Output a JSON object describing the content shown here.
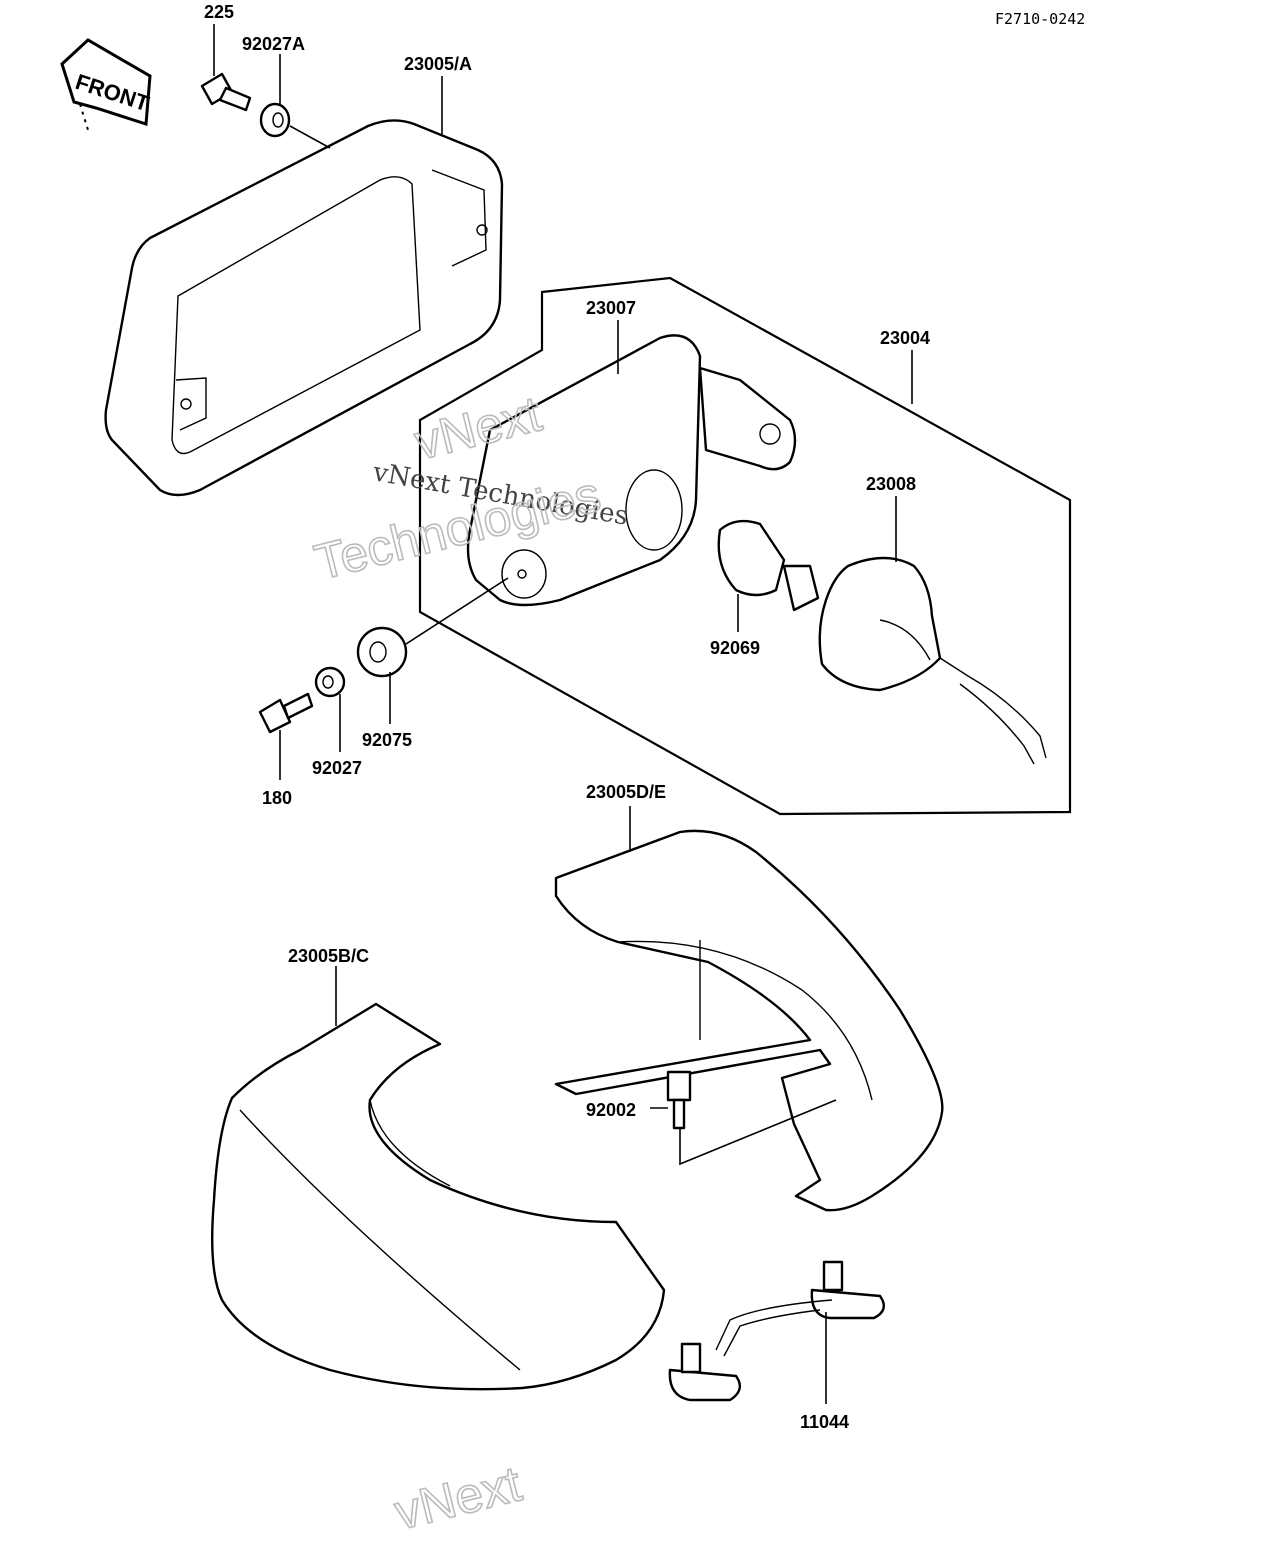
{
  "diagram_code": "F2710-0242",
  "front_label": "FRONT",
  "watermark": {
    "line1": "vNext Technologies",
    "line2": "vNext",
    "line3": "Technologies",
    "line4": "vNext"
  },
  "parts": {
    "p225": "225",
    "p92027A": "92027A",
    "p23005A": "23005/A",
    "p23007": "23007",
    "p23004": "23004",
    "p23008": "23008",
    "p92069": "92069",
    "p92075": "92075",
    "p92027": "92027",
    "p180": "180",
    "p23005DE": "23005D/E",
    "p23005BC": "23005B/C",
    "p92002": "92002",
    "p11044": "11044"
  }
}
